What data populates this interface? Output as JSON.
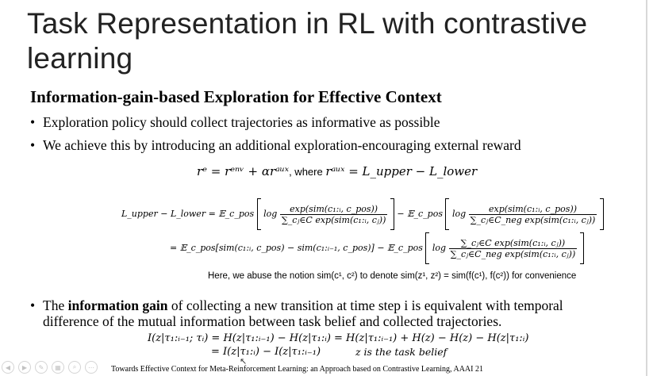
{
  "slide": {
    "title": "Task Representation in RL with contrastive learning",
    "subtitle": "Information-gain-based Exploration for Effective Context",
    "bullets": [
      "Exploration policy should collect trajectories as informative as possible",
      "We achieve this by introducing an additional exploration-encouraging external reward"
    ],
    "reward_eq": {
      "lhs": "rᵉ = rᵉⁿᵛ + αrᵃᵘˣ",
      "sep": ", where ",
      "rhs": "rᵃᵘˣ = L_upper − L_lower"
    },
    "bound_eq": {
      "line1_lhs": "L_upper − L_lower = 𝔼_c_pos",
      "line1_t1_num": "exp(sim(c₁:ᵢ, c_pos))",
      "line1_t1_den": "∑_cⱼ∈C exp(sim(c₁:ᵢ, cⱼ))",
      "line1_mid": "− 𝔼_c_pos",
      "line1_t2_num": "exp(sim(c₁:ᵢ, c_pos))",
      "line1_t2_den": "∑_cⱼ∈C_neg exp(sim(c₁:ᵢ, cⱼ))",
      "line2_lhs": "= 𝔼_c_pos[sim(c₁:ᵢ, c_pos) − sim(c₁:ᵢ₋₁, c_pos)] − 𝔼_c_pos",
      "line2_t_num": "∑_cⱼ∈C exp(sim(c₁:ᵢ, cⱼ))",
      "line2_t_den": "∑_cⱼ∈C_neg exp(sim(c₁:ᵢ, cⱼ))",
      "log": "log"
    },
    "note": "Here, we abuse the notion sim(c¹, c²) to denote sim(z¹, z²) = sim(f(c¹), f(c²)) for convenience",
    "ig_bullet": {
      "prefix": "The ",
      "bold": "information gain",
      "rest": " of collecting a new transition at time step i is equivalent with temporal",
      "line2": "difference of the mutual information between task belief and collected trajectories."
    },
    "ig_eq": {
      "line1": "I(z|τ₁:ᵢ₋₁; τᵢ) = H(z|τ₁:ᵢ₋₁) − H(z|τ₁:ᵢ) = H(z|τ₁:ᵢ₋₁) + H(z) − H(z) − H(z|τ₁:ᵢ)",
      "line2": "= I(z|τ₁:ᵢ) − I(z|τ₁:ᵢ₋₁)",
      "z_note": "z is the task belief"
    },
    "footer": "Towards Effective Context for Meta-Reinforcement Learning: an Approach based on Contrastive Learning, AAAI 21"
  },
  "toolbar": {
    "buttons": [
      {
        "icon": "prev-icon",
        "glyph": "◀"
      },
      {
        "icon": "next-icon",
        "glyph": "▶"
      },
      {
        "icon": "pen-icon",
        "glyph": "✎"
      },
      {
        "icon": "slides-icon",
        "glyph": "▦"
      },
      {
        "icon": "zoom-icon",
        "glyph": "⌕"
      },
      {
        "icon": "more-icon",
        "glyph": "⋯"
      }
    ]
  }
}
